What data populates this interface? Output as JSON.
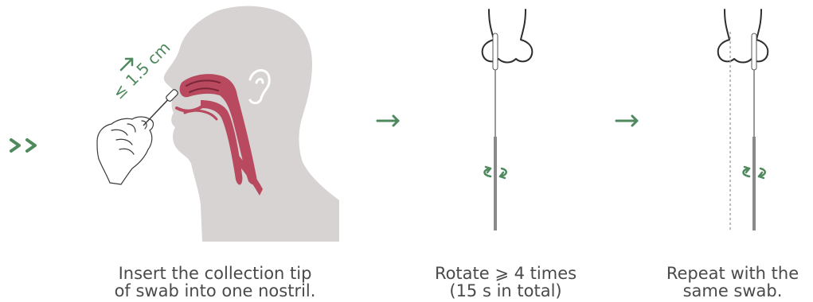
{
  "colors": {
    "accent_green": "#4f8a5e",
    "head_gray": "#d6d3d2",
    "airway_red": "#b8495f",
    "line_dark": "#3a3a3a",
    "text_gray": "#4a4a4a"
  },
  "icons": [
    "double-chevron-icon",
    "arrow-right-icon",
    "rotate-arrow-icon",
    "nose-icon",
    "hand-icon",
    "head-profile-icon"
  ],
  "step1": {
    "distance_label": "≤ 1.5 cm",
    "caption_line1": "Insert the collection tip",
    "caption_line2": "of swab into one nostril."
  },
  "step2": {
    "caption_line1": "Rotate ⩾ 4 times",
    "caption_line2": "(15 s in total)"
  },
  "step3": {
    "caption_line1": "Repeat with the",
    "caption_line2": "same swab."
  }
}
